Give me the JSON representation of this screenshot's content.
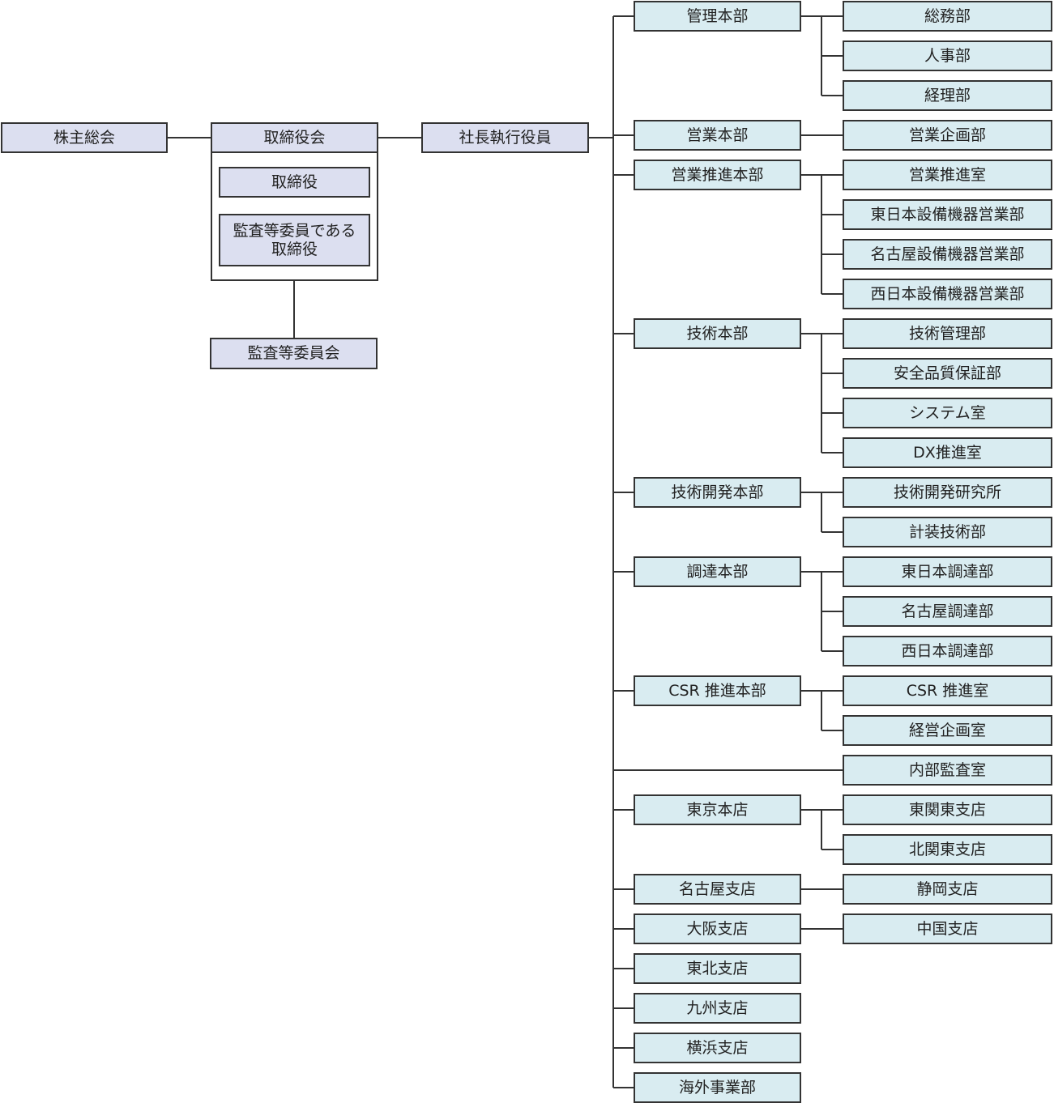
{
  "governance": {
    "shareholders": "株主総会",
    "board": "取締役会",
    "directors": "取締役",
    "audit_directors": "監査等委員である\n取締役",
    "audit_committee": "監査等委員会",
    "president": "社長執行役員"
  },
  "divisions": [
    {
      "name": "管理本部",
      "departments": [
        "総務部",
        "人事部",
        "経理部"
      ]
    },
    {
      "name": "営業本部",
      "departments": [
        "営業企画部"
      ]
    },
    {
      "name": "営業推進本部",
      "departments": [
        "営業推進室",
        "東日本設備機器営業部",
        "名古屋設備機器営業部",
        "西日本設備機器営業部"
      ]
    },
    {
      "name": "技術本部",
      "departments": [
        "技術管理部",
        "安全品質保証部",
        "システム室",
        "DX推進室"
      ]
    },
    {
      "name": "技術開発本部",
      "departments": [
        "技術開発研究所",
        "計装技術部"
      ]
    },
    {
      "name": "調達本部",
      "departments": [
        "東日本調達部",
        "名古屋調達部",
        "西日本調達部"
      ]
    },
    {
      "name": "CSR 推進本部",
      "departments": [
        "CSR 推進室",
        "経営企画室"
      ]
    },
    {
      "name": "",
      "departments": [
        "内部監査室"
      ]
    },
    {
      "name": "東京本店",
      "departments": [
        "東関東支店",
        "北関東支店"
      ]
    },
    {
      "name": "名古屋支店",
      "departments": [
        "静岡支店"
      ]
    },
    {
      "name": "大阪支店",
      "departments": [
        "中国支店"
      ]
    },
    {
      "name": "東北支店",
      "departments": []
    },
    {
      "name": "九州支店",
      "departments": []
    },
    {
      "name": "横浜支店",
      "departments": []
    },
    {
      "name": "海外事業部",
      "departments": []
    }
  ],
  "colors": {
    "governance_fill": "#dcdff0",
    "org_fill": "#d9ecf1",
    "line": "#333333"
  }
}
